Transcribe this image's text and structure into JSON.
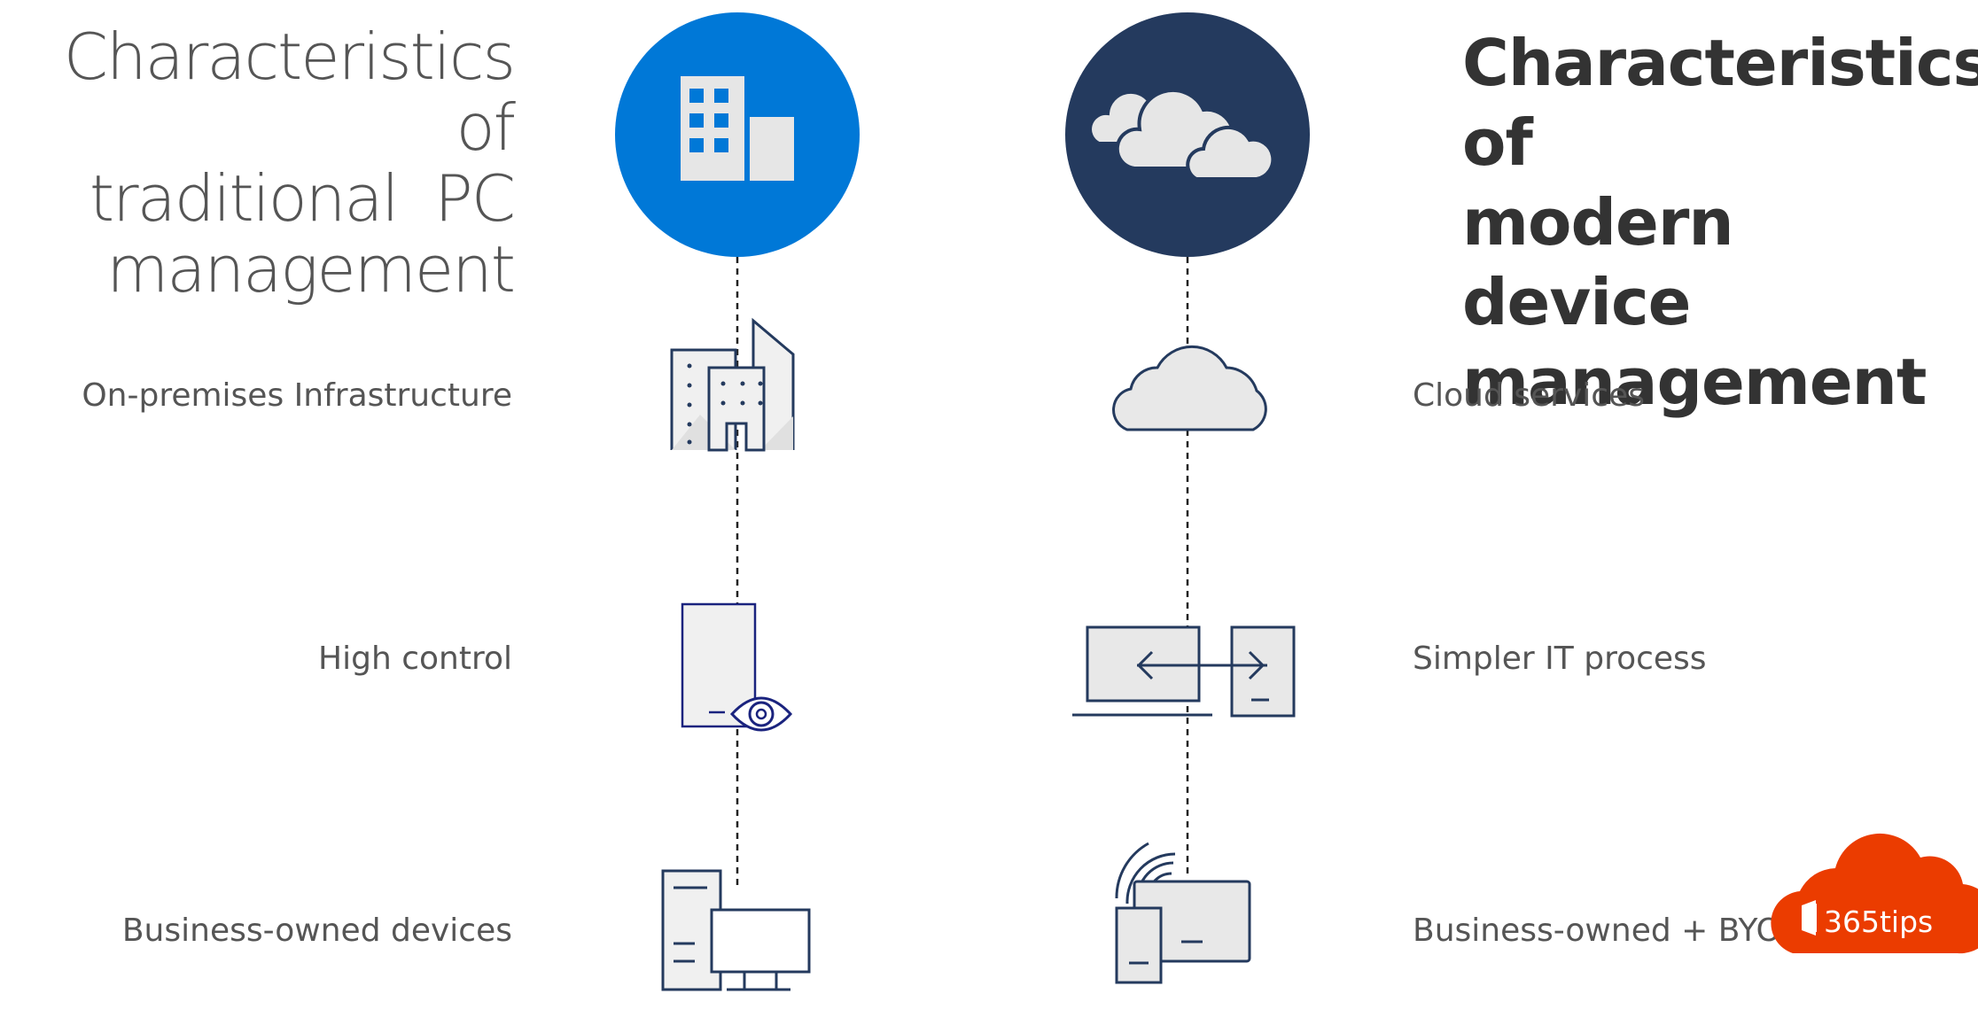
{
  "left_title": [
    "Characteristics of",
    "traditional  PC",
    "management"
  ],
  "right_title": [
    "Characteristics of",
    "modern device",
    "management"
  ],
  "left_features": [
    "On-premises Infrastructure",
    "High control",
    "Business-owned devices"
  ],
  "right_features": [
    "Cloud services",
    "Simpler IT process",
    "Business-owned + BYOD"
  ],
  "badge": {
    "text": "365tips",
    "icon": "office-logo-icon"
  },
  "colors": {
    "traditional_circle": "#0078d7",
    "modern_circle": "#243a5e",
    "icon_stroke": "#243a5e",
    "icon_fill": "#e8e8e8",
    "badge": "#eb3c00",
    "text_gray": "#555555",
    "title_dark": "#333333"
  },
  "icons": [
    "building-icon",
    "cloud-cluster-icon",
    "office-buildings-icon",
    "cloud-icon",
    "server-eye-icon",
    "laptop-sync-icon",
    "desktop-computer-icon",
    "wireless-devices-icon"
  ]
}
